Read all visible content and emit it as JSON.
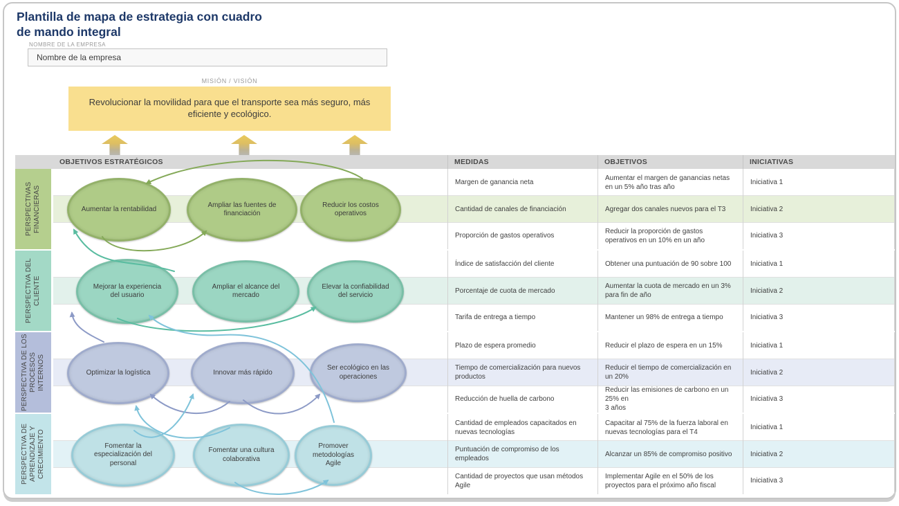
{
  "page": {
    "title": "Plantilla de mapa de estrategia con cuadro\nde mando integral",
    "company_label": "NOMBRE DE LA EMPRESA",
    "company_value": "Nombre de la empresa",
    "mission_label": "MISIÓN / VISIÓN",
    "mission_text": "Revolucionar la movilidad para que el transporte sea más seguro, más eficiente y ecológico.",
    "colors": {
      "title_navy": "#1D3868",
      "mission_yellow": "#F9DF8F",
      "header_gray": "#D9D9D9",
      "arrow_gradient_top": "#E9CA5D",
      "arrow_gradient_bottom": "#B7B7B7"
    }
  },
  "table": {
    "header_objectives": "OBJETIVOS ESTRATÉGICOS",
    "header_measures": "MEDIDAS",
    "header_targets": "OBJETIVOS",
    "header_initiatives": "INICIATIVAS"
  },
  "sections": [
    {
      "label": "PERSPECTIVAS FINANCIERAS",
      "colors": {
        "label_bg": "#B5CF8E",
        "stripe": "#E7F0DA",
        "ellipse": "#AFCB87",
        "arrow": "#84A958"
      },
      "objectives": [
        "Aumentar la rentabilidad",
        "Ampliar las fuentes de financiación",
        "Reducir los costos operativos"
      ],
      "rows": [
        {
          "medida": "Margen de ganancia neta",
          "objetivo": "Aumentar el margen de ganancias netas en un 5% año tras año",
          "iniciativa": "Iniciativa 1"
        },
        {
          "medida": "Cantidad de canales de financiación",
          "objetivo": "Agregar dos canales nuevos para el T3",
          "iniciativa": "Iniciativa 2"
        },
        {
          "medida": "Proporción de gastos operativos",
          "objetivo": "Reducir la proporción de gastos operativos en un 10% en un año",
          "iniciativa": "Iniciativa 3"
        }
      ]
    },
    {
      "label": "PERSPECTIVA DEL CLIENTE",
      "colors": {
        "label_bg": "#A3D9C6",
        "stripe": "#E2F1EB",
        "ellipse": "#9BD6C2",
        "arrow": "#59BCA0"
      },
      "objectives": [
        "Mejorar la experiencia del usuario",
        "Ampliar el alcance del mercado",
        "Elevar la confiabilidad del servicio"
      ],
      "rows": [
        {
          "medida": "Índice de satisfacción del cliente",
          "objetivo": "Obtener una puntuación de 90 sobre 100",
          "iniciativa": "Iniciativa 1"
        },
        {
          "medida": "Porcentaje de cuota de mercado",
          "objetivo": "Aumentar la cuota de mercado en un 3% para fin de año",
          "iniciativa": "Iniciativa 2"
        },
        {
          "medida": "Tarifa de entrega a tiempo",
          "objetivo": "Mantener un 98% de entrega a tiempo",
          "iniciativa": "Iniciativa 3"
        }
      ]
    },
    {
      "label": "PERSPECTIVA DE LOS PROCESOS INTERNOS",
      "colors": {
        "label_bg": "#B4BEDB",
        "stripe": "#E7EBF6",
        "ellipse": "#BFC9DF",
        "arrow": "#8C9AC6"
      },
      "objectives": [
        "Optimizar la logística",
        "Innovar más rápido",
        "Ser ecológico en las operaciones"
      ],
      "rows": [
        {
          "medida": "Plazo de espera promedio",
          "objetivo": "Reducir el plazo de espera en un 15%",
          "iniciativa": "Iniciativa 1"
        },
        {
          "medida": "Tiempo de comercialización para nuevos productos",
          "objetivo": "Reducir el tiempo de comercialización en un 20%",
          "iniciativa": "Iniciativa 2"
        },
        {
          "medida": "Reducción de huella de carbono",
          "objetivo": "Reducir las emisiones de carbono en un 25% en\n3 años",
          "iniciativa": "Iniciativa 3"
        }
      ]
    },
    {
      "label": "PERSPECTIVA DE APRENDIZAJE Y CRECIMIENTO",
      "colors": {
        "label_bg": "#C2E4E9",
        "stripe": "#E2F2F6",
        "ellipse": "#BFE1E6",
        "arrow": "#7FC3DA"
      },
      "objectives": [
        "Fomentar la especialización del personal",
        "Fomentar una cultura colaborativa",
        "Promover metodologías Agile"
      ],
      "rows": [
        {
          "medida": "Cantidad de empleados capacitados en nuevas tecnologías",
          "objetivo": "Capacitar al 75% de la fuerza laboral en nuevas tecnologías para el T4",
          "iniciativa": "Iniciativa 1"
        },
        {
          "medida": "Puntuación de compromiso de los empleados",
          "objetivo": "Alcanzar un 85% de compromiso positivo",
          "iniciativa": "Iniciativa 2"
        },
        {
          "medida": "Cantidad de proyectos que usan métodos Agile",
          "objetivo": "Implementar Agile en el 50% de los proyectos para el próximo año fiscal",
          "iniciativa": "Iniciativa 3"
        }
      ]
    }
  ]
}
